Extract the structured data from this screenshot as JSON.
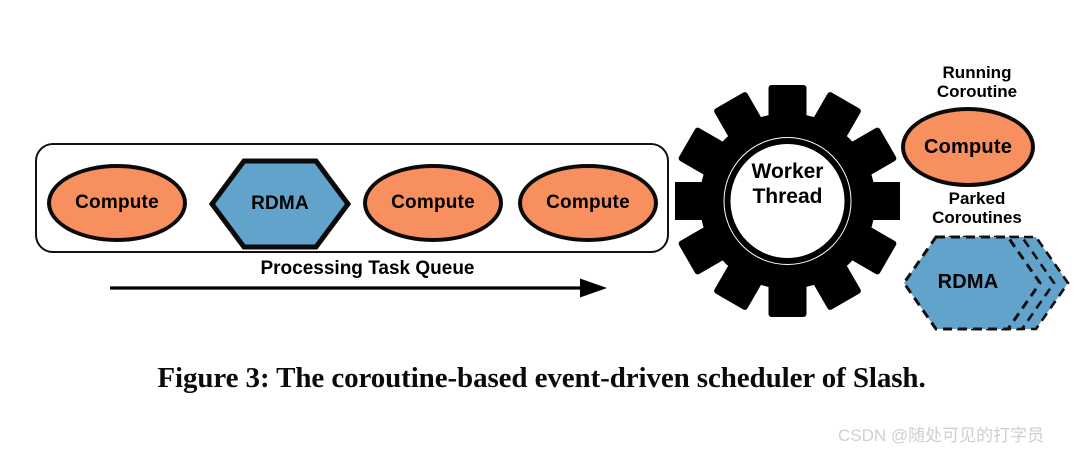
{
  "figure": {
    "caption": "Figure 3: The coroutine-based event-driven scheduler of Slash.",
    "watermark": "CSDN @随处可见的打字员",
    "top_clipped_text": "· ·"
  },
  "colors": {
    "compute_fill": "#F78F5E",
    "rdma_fill": "#62A3CC",
    "stroke": "#0A0A0A",
    "container_stroke": "#111111",
    "background": "#FFFFFF",
    "watermark_text": "#CFCFCF"
  },
  "queue": {
    "arrow_label": "Processing Task Queue",
    "items": [
      {
        "label": "Compute",
        "shape": "ellipse",
        "kind": "compute-coroutine"
      },
      {
        "label": "RDMA",
        "shape": "hexagon",
        "kind": "rdma-coroutine"
      },
      {
        "label": "Compute",
        "shape": "ellipse",
        "kind": "compute-coroutine"
      },
      {
        "label": "Compute",
        "shape": "ellipse",
        "kind": "compute-coroutine"
      }
    ]
  },
  "worker": {
    "label_line1": "Worker",
    "label_line2": "Thread",
    "gear_teeth": 12
  },
  "coroutine_states": {
    "running": {
      "annot_line1": "Running",
      "annot_line2": "Coroutine",
      "shape_label": "Compute",
      "shape": "ellipse"
    },
    "parked": {
      "annot_line1": "Parked",
      "annot_line2": "Coroutines",
      "shape_label": "RDMA",
      "shape": "hexagon-stack",
      "stack_count": 3,
      "border_style": "dashed"
    }
  }
}
